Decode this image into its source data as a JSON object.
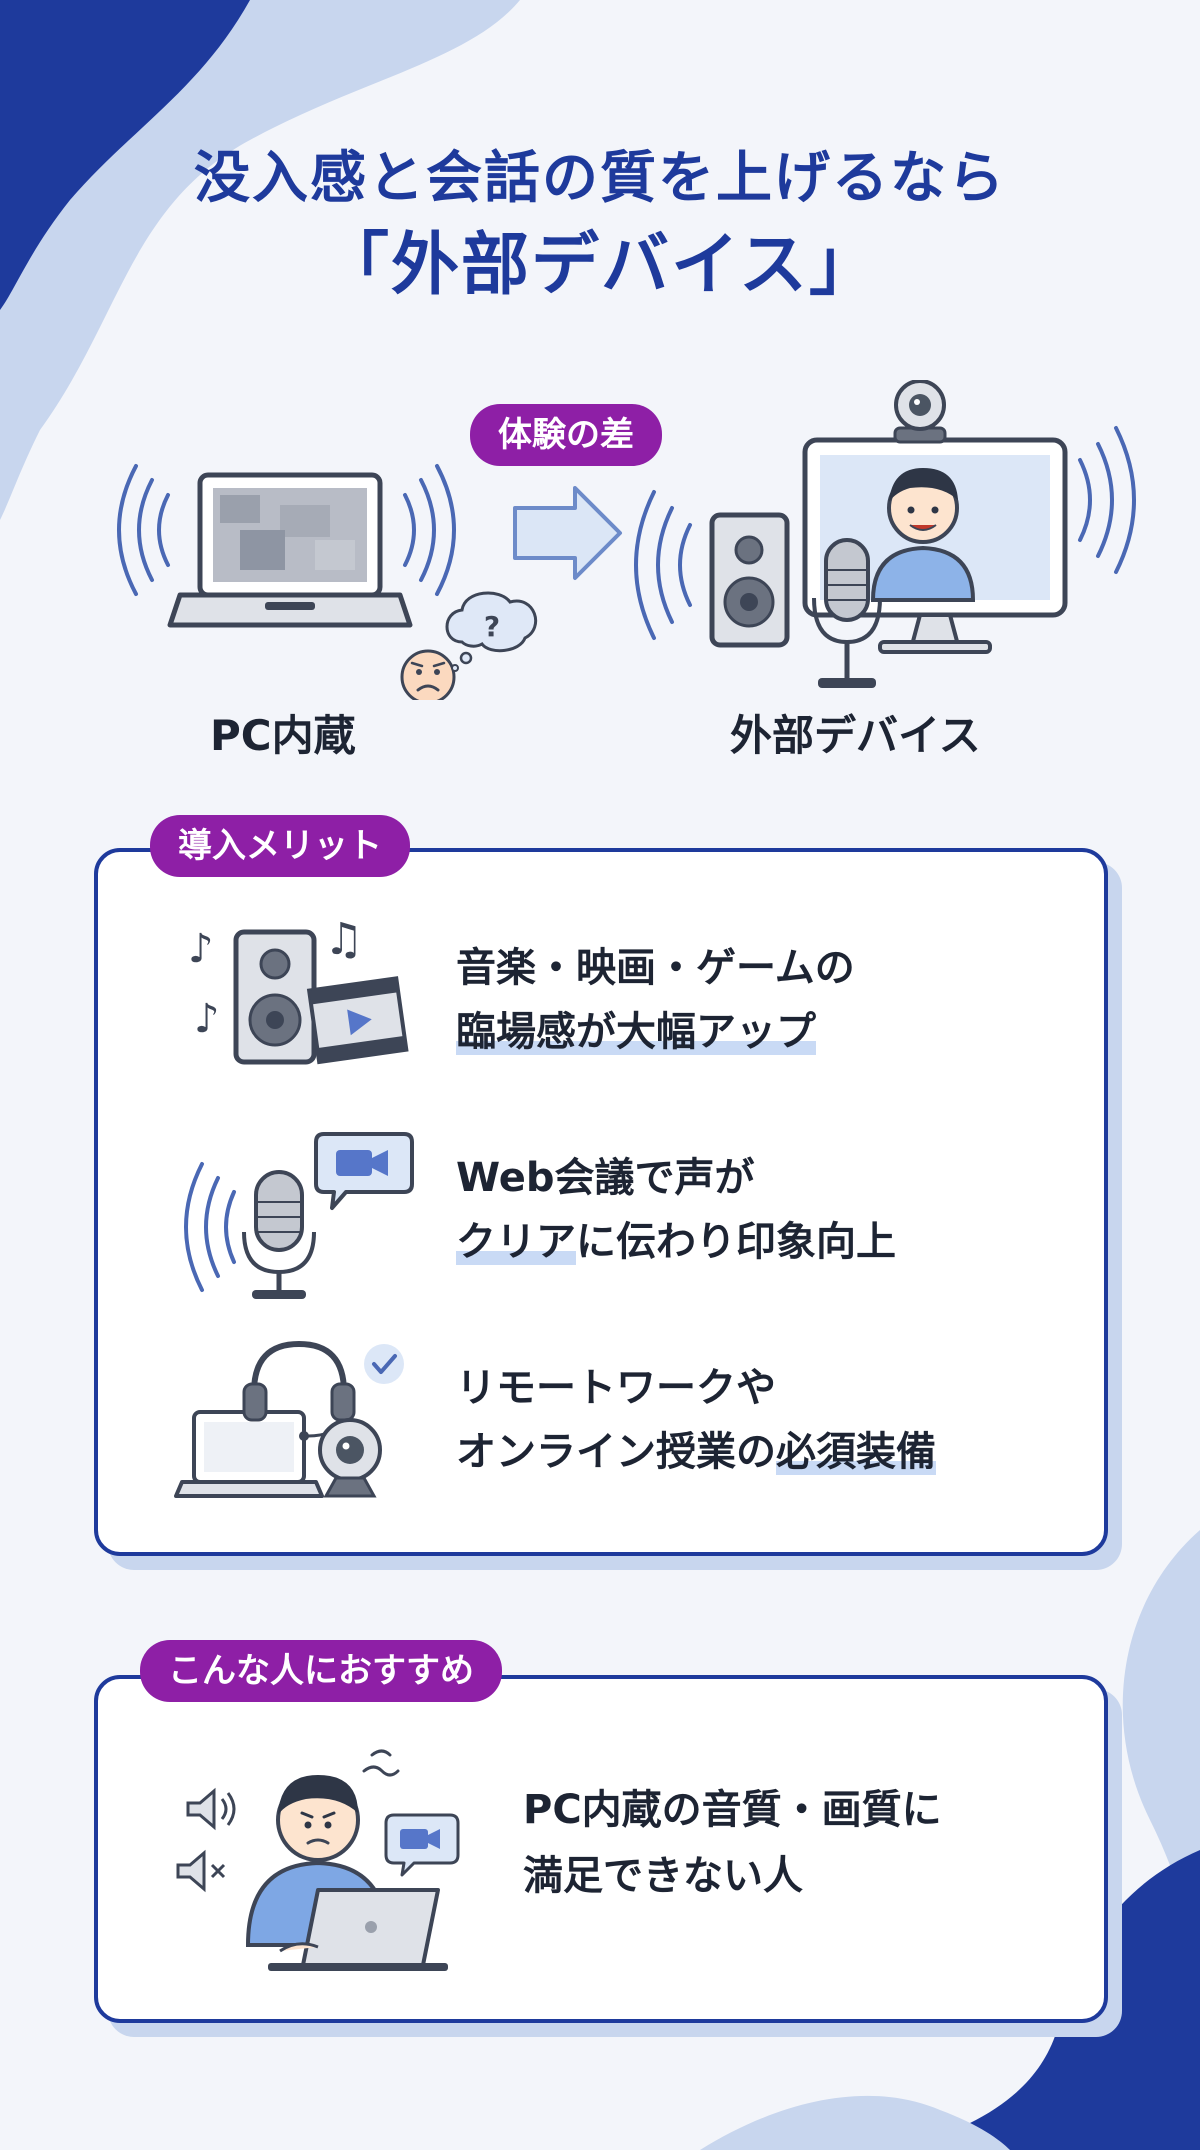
{
  "title": {
    "line1": "没入感と会話の質を上げるなら",
    "line2": "「外部デバイス」"
  },
  "comparison": {
    "badge": "体験の差",
    "left_label": "PC内蔵",
    "right_label": "外部デバイス",
    "icons": [
      "laptop-icon",
      "sound-wave-icon",
      "confused-face-icon",
      "question-bubble-icon",
      "arrow-right-icon",
      "speaker-icon",
      "microphone-icon",
      "monitor-icon",
      "webcam-icon",
      "person-avatar-icon"
    ]
  },
  "merits": {
    "badge": "導入メリット",
    "items": [
      {
        "icon": "speaker-film-music-icon",
        "line1": "音楽・映画・ゲームの",
        "line2_highlight": "臨場感が",
        "line2_rest": "大幅アップ"
      },
      {
        "icon": "microphone-chat-icon",
        "line1": "Web会議で声が",
        "line2_highlight": "クリア",
        "line2_rest": "に伝わり印象向上"
      },
      {
        "icon": "headset-laptop-webcam-icon",
        "line1": "リモートワークや",
        "line2_pre": "オンライン授業の",
        "line2_highlight": "必須装備"
      }
    ]
  },
  "recommend": {
    "badge": "こんな人におすすめ",
    "line1": "PC内蔵の音質・画質に",
    "line2": "満足できない人",
    "icon": "frustrated-user-laptop-icon"
  },
  "colors": {
    "brand_blue": "#1e3a9c",
    "badge_purple": "#8e1fa6",
    "highlight": "#c9daf5",
    "background": "#f3f5fa"
  }
}
